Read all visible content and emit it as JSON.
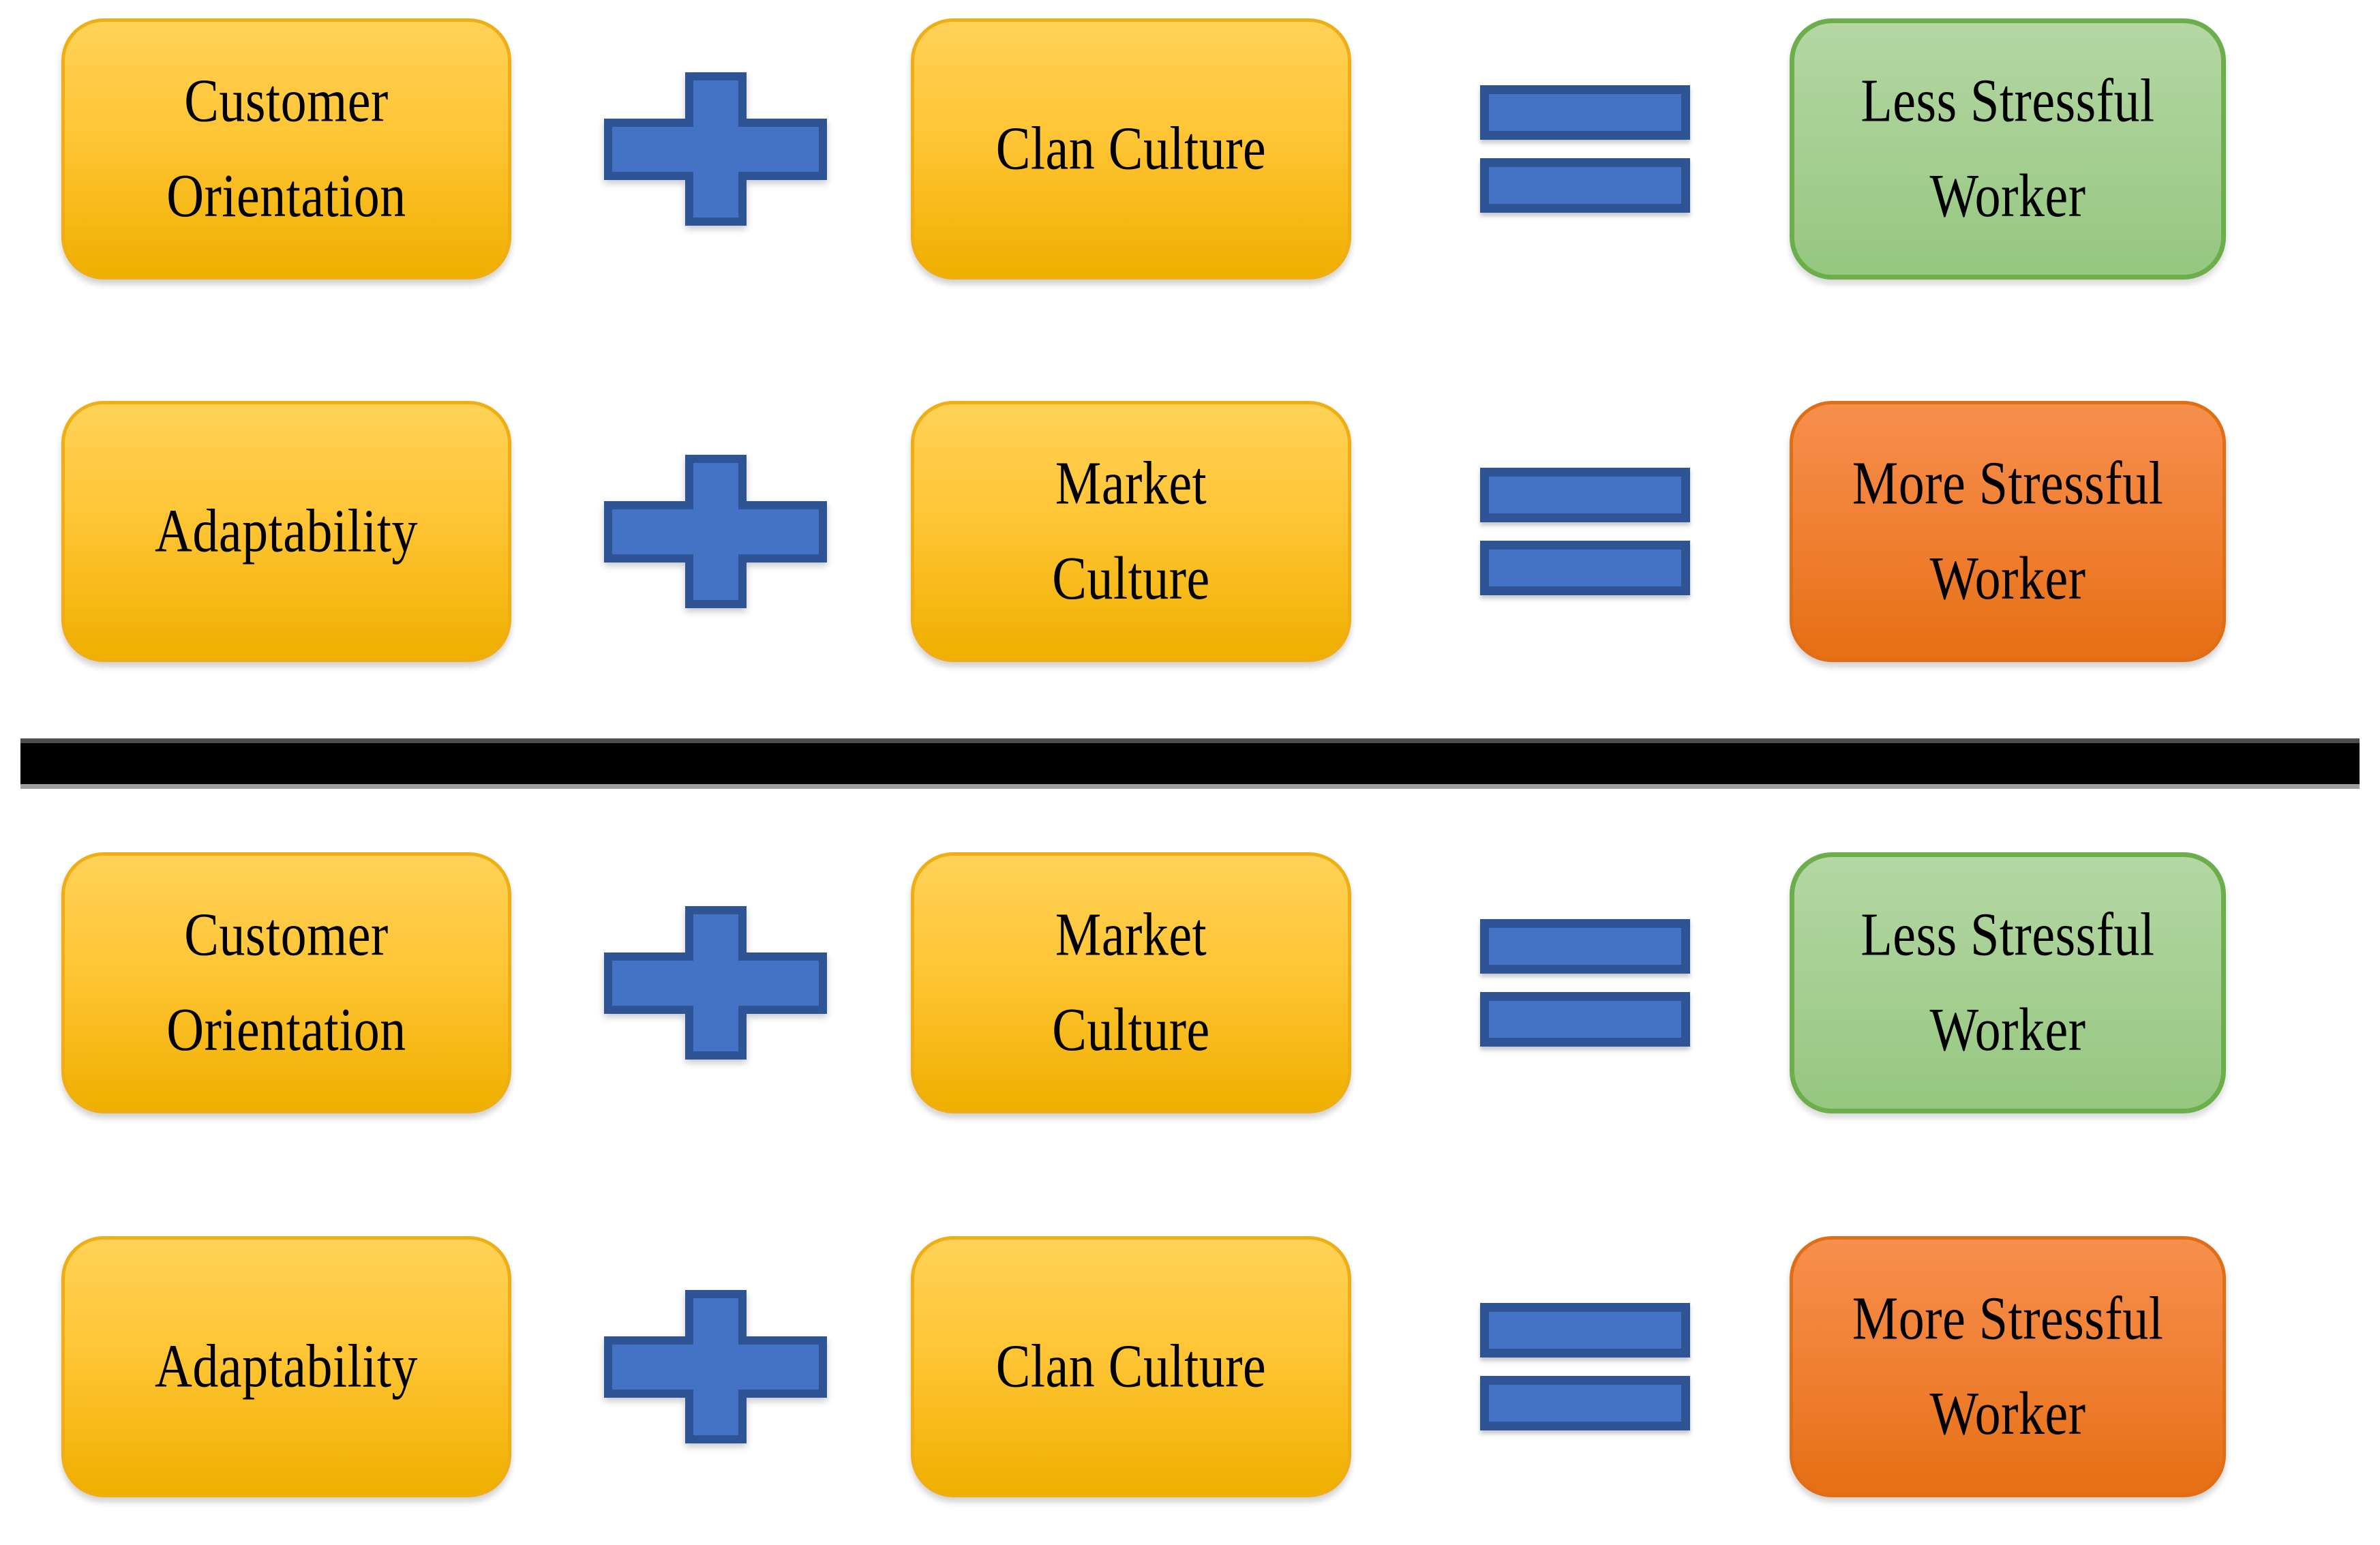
{
  "figure": {
    "description": "Four culture-combination equations separated by a horizontal divider",
    "rows": [
      {
        "factor1": "Customer\nOrientation",
        "operator": "plus",
        "factor2": "Clan Culture",
        "relation": "equals",
        "result": "Less Stressful\nWorker",
        "result_type": "positive"
      },
      {
        "factor1": "Adaptability",
        "operator": "plus",
        "factor2": "Market\nCulture",
        "relation": "equals",
        "result": "More Stressful\nWorker",
        "result_type": "negative"
      },
      {
        "factor1": "Customer\nOrientation",
        "operator": "plus",
        "factor2": "Market\nCulture",
        "relation": "equals",
        "result": "Less Stressful\nWorker",
        "result_type": "positive"
      },
      {
        "factor1": "Adaptability",
        "operator": "plus",
        "factor2": "Clan Culture",
        "relation": "equals",
        "result": "More Stressful\nWorker",
        "result_type": "negative"
      }
    ]
  },
  "colors": {
    "gold_top": "#FFD257",
    "gold_bottom": "#EFB000",
    "gold_border": "#EFAE14",
    "green_top": "#B4D7A4",
    "green_bottom": "#95C77F",
    "green_border": "#6CAE4B",
    "orange_top": "#F78F4D",
    "orange_bottom": "#E56F14",
    "orange_border": "#DF6E16",
    "blue_fill": "#4472C4",
    "blue_border": "#2F5496",
    "divider": "#000000",
    "text": "#000000"
  }
}
